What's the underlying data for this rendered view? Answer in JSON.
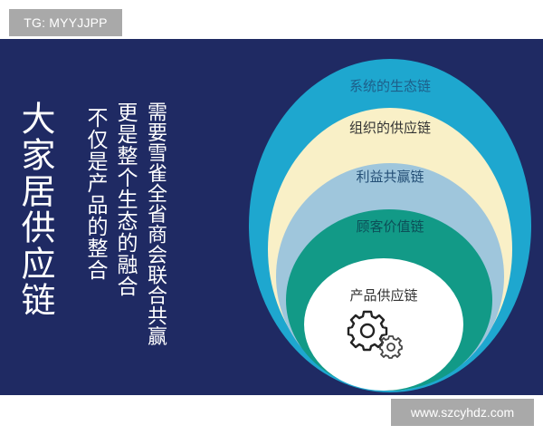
{
  "watermarks": {
    "top": "TG: MYYJJPP",
    "bottom": "www.szcyhdz.com"
  },
  "left_text": {
    "title": "大家居供应链",
    "lines": [
      "不仅是产品的整合",
      "更是整个生态的融合",
      "需要雪雀全省商会联合共赢"
    ]
  },
  "diagram": {
    "rings": [
      {
        "label": "系统的生态链",
        "color": "#1ea7cf"
      },
      {
        "label": "组织的供应链",
        "color": "#f9f0c7"
      },
      {
        "label": "利益共赢链",
        "color": "#9fc6dc"
      },
      {
        "label": "顾客价值链",
        "color": "#129a87"
      },
      {
        "label": "产品供应链",
        "color": "#ffffff"
      }
    ],
    "core_icon": "gears-icon",
    "background_color": "#1f2a63"
  }
}
